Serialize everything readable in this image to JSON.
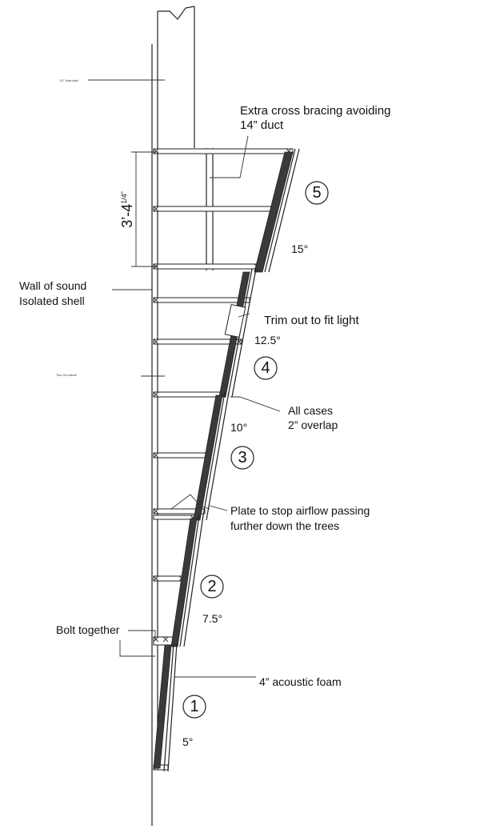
{
  "labels": {
    "bracing": [
      "Extra cross bracing avoiding",
      "14” duct"
    ],
    "dimension": "3’-4",
    "dimension_fraction": "1/4”",
    "wall": [
      "Wall of sound",
      "Isolated shell"
    ],
    "trim": "Trim out to fit light",
    "overlap": [
      "All cases",
      "2” overlap"
    ],
    "plate": [
      "Plate to stop airflow passing",
      "further down the trees"
    ],
    "bolt": "Bolt together",
    "foam": "4” acoustic foam",
    "tiny_top": "1'0\" float slab",
    "tiny_mid": "Two 2x4 studs"
  },
  "sections": [
    {
      "number": "1",
      "angle": "5°"
    },
    {
      "number": "2",
      "angle": "7.5°"
    },
    {
      "number": "3",
      "angle": "10°"
    },
    {
      "number": "4",
      "angle": "12.5°"
    },
    {
      "number": "5",
      "angle": "15°"
    }
  ]
}
